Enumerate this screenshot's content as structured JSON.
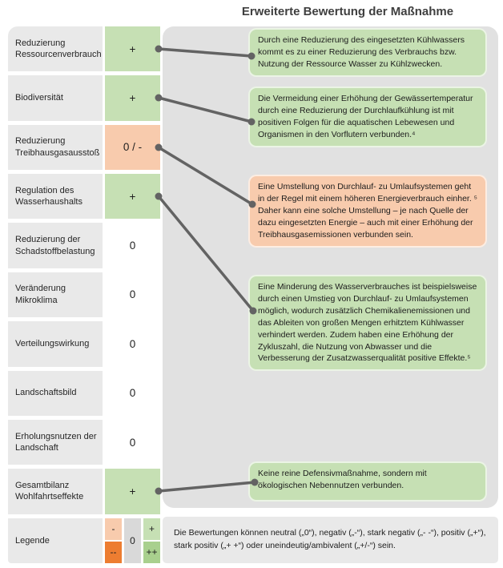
{
  "title": "Erweiterte Bewertung der Maßnahme",
  "colors": {
    "positive": "#c6e0b4",
    "strong_positive": "#a9d08e",
    "ambivalent": "#f8cbad",
    "strong_negative": "#ed7d31",
    "neutral_legend": "#d9d9d9",
    "row_label_bg": "#e9e9e9",
    "panel_bg": "#e1e1e1",
    "connector": "#636363",
    "title": "#3f3f3f"
  },
  "table": {
    "rows": [
      {
        "label": "Reduzierung Ressourcenverbrauch",
        "rating": "+"
      },
      {
        "label": "Biodiversität",
        "rating": "+"
      },
      {
        "label": "Reduzierung Treibhausgasausstoß",
        "rating": "0 / -"
      },
      {
        "label": "Regulation des Wasserhaushalts",
        "rating": "+"
      },
      {
        "label": "Reduzierung der Schadstoffbelastung",
        "rating": "0"
      },
      {
        "label": "Veränderung Mikroklima",
        "rating": "0"
      },
      {
        "label": "Verteilungswirkung",
        "rating": "0"
      },
      {
        "label": "Landschaftsbild",
        "rating": "0"
      },
      {
        "label": "Erholungsnutzen der Landschaft",
        "rating": "0"
      },
      {
        "label": "Gesamtbilanz Wohlfahrtseffekte",
        "rating": "+"
      }
    ]
  },
  "callouts": [
    {
      "tone": "green",
      "text": "Durch eine Reduzierung des eingesetzten Kühlwassers kommt es zu einer Reduzierung des Verbrauchs bzw. Nutzung der Ressource Wasser zu Kühlzwecken."
    },
    {
      "tone": "green",
      "text": "Die Vermeidung einer Erhöhung der Gewässertemperatur durch eine Reduzierung der Durchlaufkühlung ist mit positiven Folgen für die aquatischen Lebewesen und Organismen in den Vorflutern verbunden.⁴"
    },
    {
      "tone": "orange",
      "text": "Eine Umstellung von Durchlauf- zu Umlaufsystemen geht in der Regel mit einem höheren Energieverbrauch einher. ⁵ Daher kann eine solche Umstellung – je nach Quelle der dazu eingesetzten Energie – auch mit einer Erhöhung der Treibhausgasemissionen verbunden sein."
    },
    {
      "tone": "green",
      "text": "Eine Minderung des Wasserverbrauches ist beispielsweise durch einen Umstieg von Durchlauf- zu Umlaufsystemen möglich, wodurch zusätzlich Chemikalienemissionen und das Ableiten von großen Mengen erhitztem Kühlwasser verhindert werden. Zudem haben eine Erhöhung der Zykluszahl, die Nutzung von Abwasser und die Verbesserung der Zusatzwasserqualität positive Effekte.⁵"
    },
    {
      "tone": "green",
      "text": "Keine reine Defensivmaßnahme, sondern mit ökologischen Nebennutzen verbunden."
    }
  ],
  "legend": {
    "label": "Legende",
    "cells": {
      "negative": "-",
      "strong_negative": "--",
      "neutral": "0",
      "positive": "+",
      "strong_positive": "++"
    },
    "text": "Die Bewertungen können neutral („0“), negativ („-“), stark negativ („- -“), positiv („+“), stark positiv („+ +“) oder uneindeutig/ambivalent („+/-“) sein."
  }
}
